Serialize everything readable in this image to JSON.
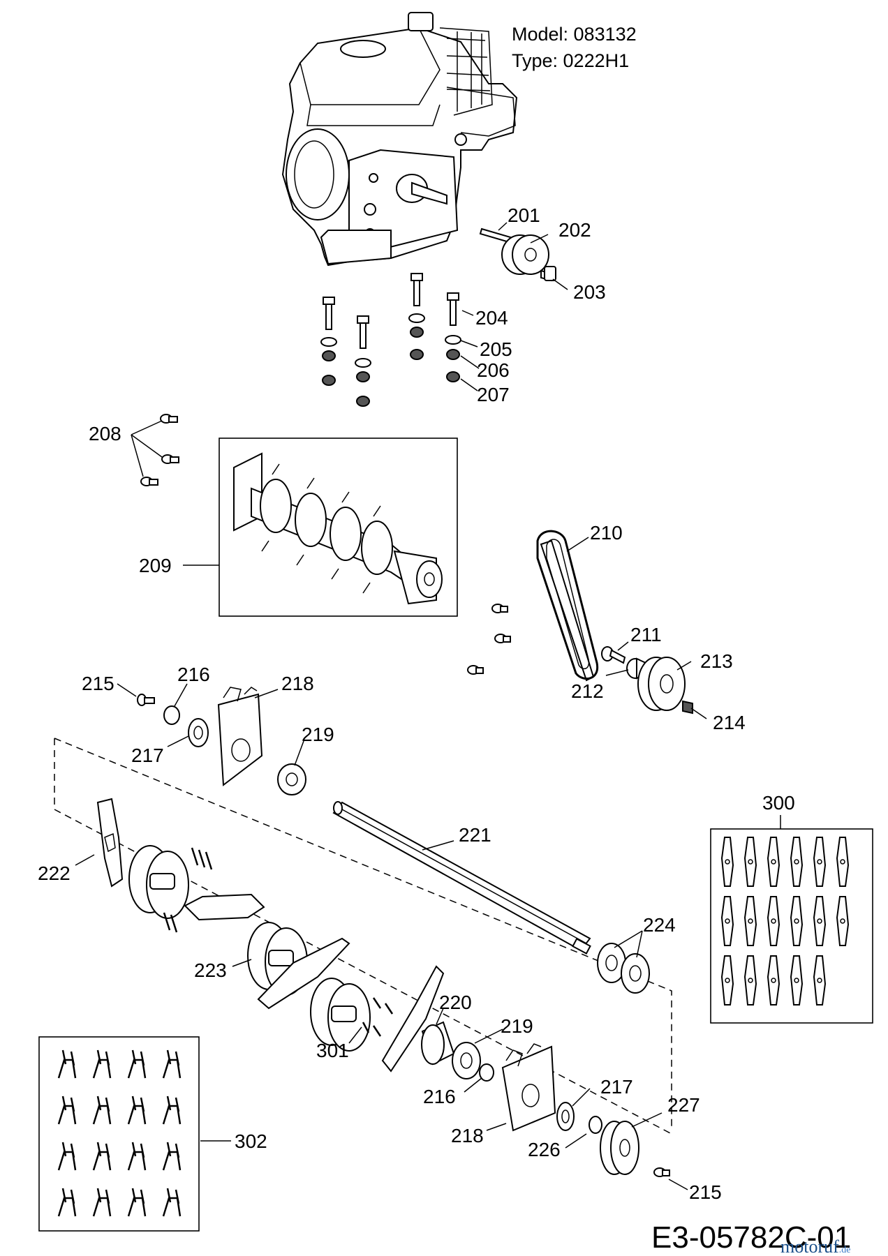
{
  "header": {
    "model": "Model: 083132",
    "type": "Type: 0222H1"
  },
  "diagram_code": "E3-05782C-01",
  "watermark": {
    "brand": "motoruf",
    "suffix": ".de"
  },
  "callouts": {
    "p201": "201",
    "p202": "202",
    "p203": "203",
    "p204": "204",
    "p205": "205",
    "p206": "206",
    "p207": "207",
    "p208": "208",
    "p209": "209",
    "p210": "210",
    "p211": "211",
    "p212": "212",
    "p213": "213",
    "p214": "214",
    "p215a": "215",
    "p216a": "216",
    "p217a": "217",
    "p218a": "218",
    "p219a": "219",
    "p220": "220",
    "p219b": "219",
    "p216b": "216",
    "p217b": "217",
    "p218b": "218",
    "p221": "221",
    "p222": "222",
    "p223": "223",
    "p224": "224",
    "p226": "226",
    "p227": "227",
    "p215b": "215",
    "p300": "300",
    "p301": "301",
    "p302": "302"
  }
}
